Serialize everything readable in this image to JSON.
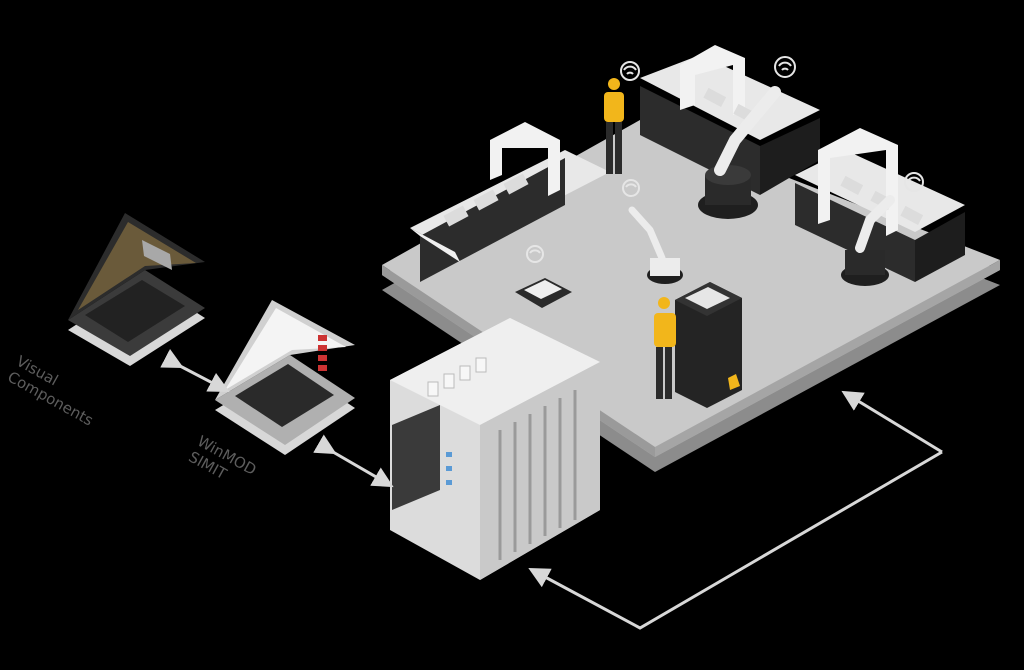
{
  "labels": {
    "visual_components_line1": "Visual",
    "visual_components_line2": "Components",
    "winmod_line1": "WinMOD",
    "winmod_line2": "SIMIT"
  },
  "colors": {
    "background": "#000000",
    "floor_top": "#b9b9b9",
    "floor_side": "#8c8c8c",
    "machine_dark": "#2b2b2b",
    "machine_light": "#e6e6e6",
    "accent_yellow": "#f2b61b",
    "connector": "#d8d8d8",
    "label_gray": "#5d5d5d"
  },
  "icons": [
    "wifi-icon",
    "warning-icon",
    "double-arrow-icon",
    "arrow-icon",
    "worker-icon",
    "robot-arm-icon",
    "laptop-icon",
    "plc-controller-icon",
    "conveyor-icon"
  ]
}
